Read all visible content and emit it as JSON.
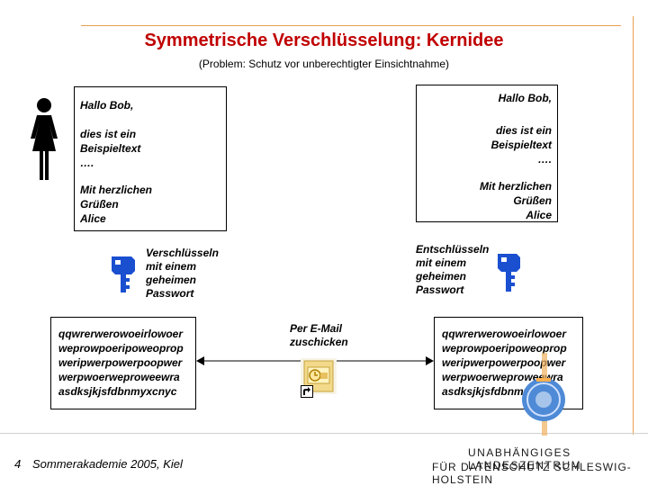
{
  "slide": {
    "title": "Symmetrische Verschlüsselung: Kernidee",
    "subtitle": "(Problem: Schutz vor unberechtigter Einsichtnahme)"
  },
  "alice": {
    "greeting": "Hallo Bob,",
    "body": "dies ist ein\nBeispieltext\n….",
    "closing": "Mit herzlichen\nGrüßen\nAlice"
  },
  "bob": {
    "greeting": "Hallo Bob,",
    "body": "dies ist ein\nBeispieltext\n….",
    "closing": "Mit herzlichen\nGrüßen\nAlice"
  },
  "encrypt_label": "Verschlüsseln\nmit einem\ngeheimen\nPasswort",
  "decrypt_label": "Entschlüsseln\nmit einem\ngeheimen\nPasswort",
  "cipher_left": "qqwrerwerowoeirlowoer\nweprowpoeripoweoprop\nweripwerpowerpoopwer\nwerpwoerweproweewra\nasdksjkjsfdbnmyxcnyc",
  "cipher_right": "qqwrerwerowoeirlowoer\nweprowpoeripoweoprop\nweripwerpowerpoopwer\nwerpwoerweproweewra\nasdksjkjsfdbnmyxcnyc",
  "email_label": "Per E-Mail\nzuschicken",
  "footer": {
    "page_number": "4",
    "event": "Sommerakademie 2005, Kiel"
  },
  "logo": {
    "line1": "UNABHÄNGIGES LANDESZENTRUM",
    "line2": "FÜR DATENSCHUTZ SCHLESWIG-HOLSTEIN"
  },
  "colors": {
    "title": "#c00000",
    "accent_line": "#e8a050",
    "key": "#1a4fd0"
  },
  "icons": [
    "woman-icon",
    "man-icon",
    "key-icon",
    "email-icon",
    "shortcut-arrow-icon",
    "logo-seal-icon"
  ]
}
